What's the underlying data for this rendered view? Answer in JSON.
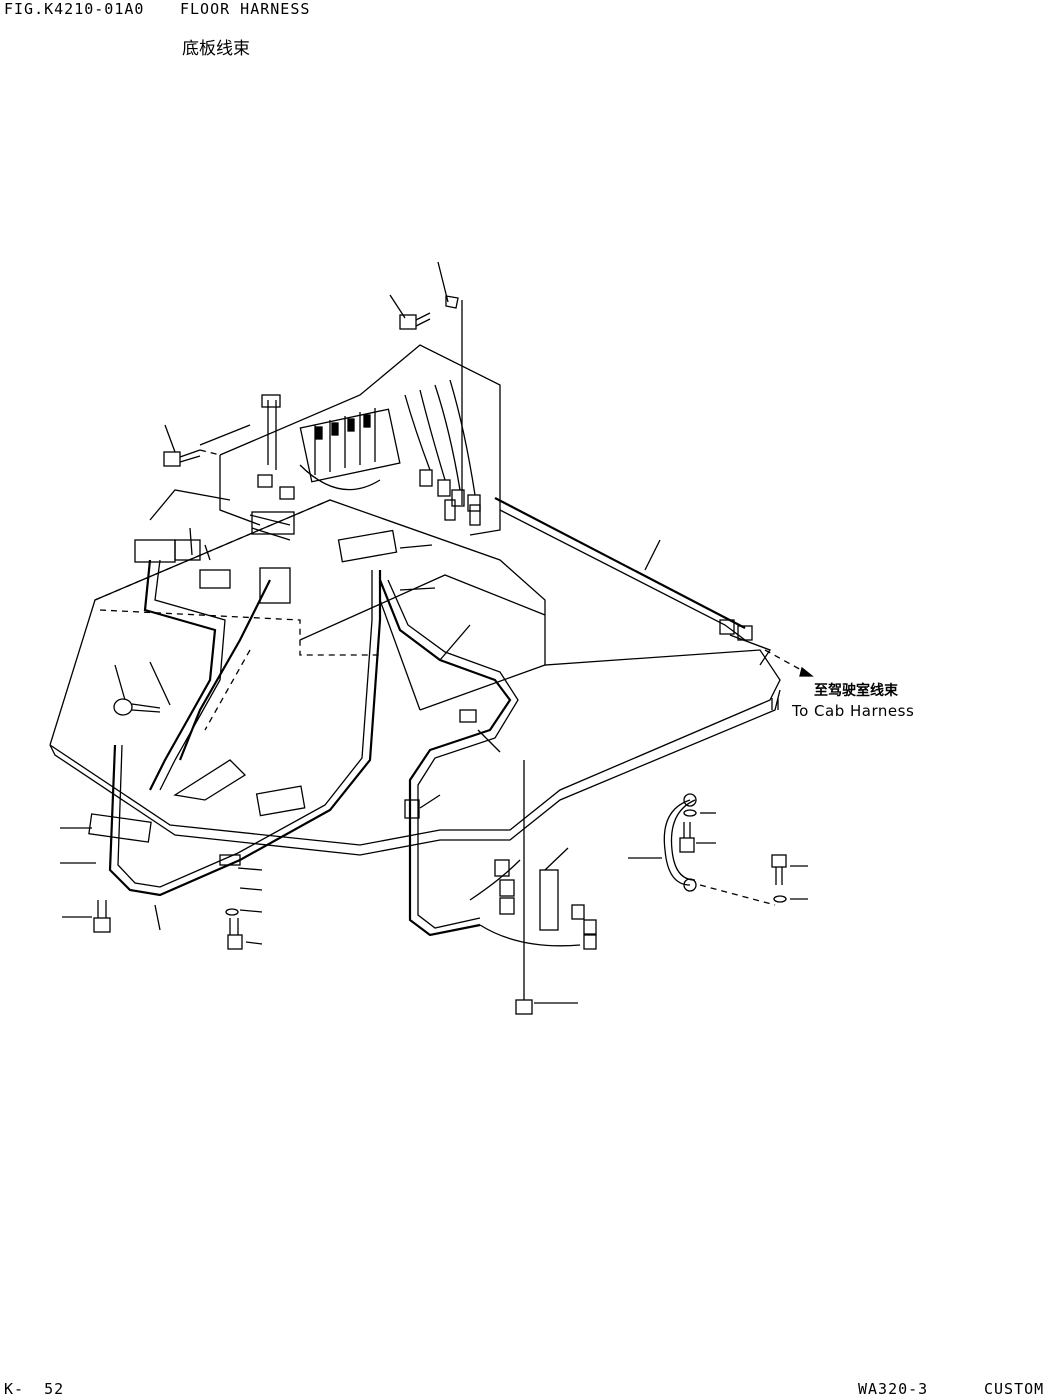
{
  "header": {
    "figure_id": "FIG.K4210-01A0",
    "title": "FLOOR HARNESS",
    "title_cn": "底板线束"
  },
  "callout": {
    "label_cn": "至驾驶室线束",
    "label_en": "To Cab Harness"
  },
  "footer": {
    "page": "K-  52",
    "model": "WA320-3",
    "spec": "CUSTOM"
  }
}
